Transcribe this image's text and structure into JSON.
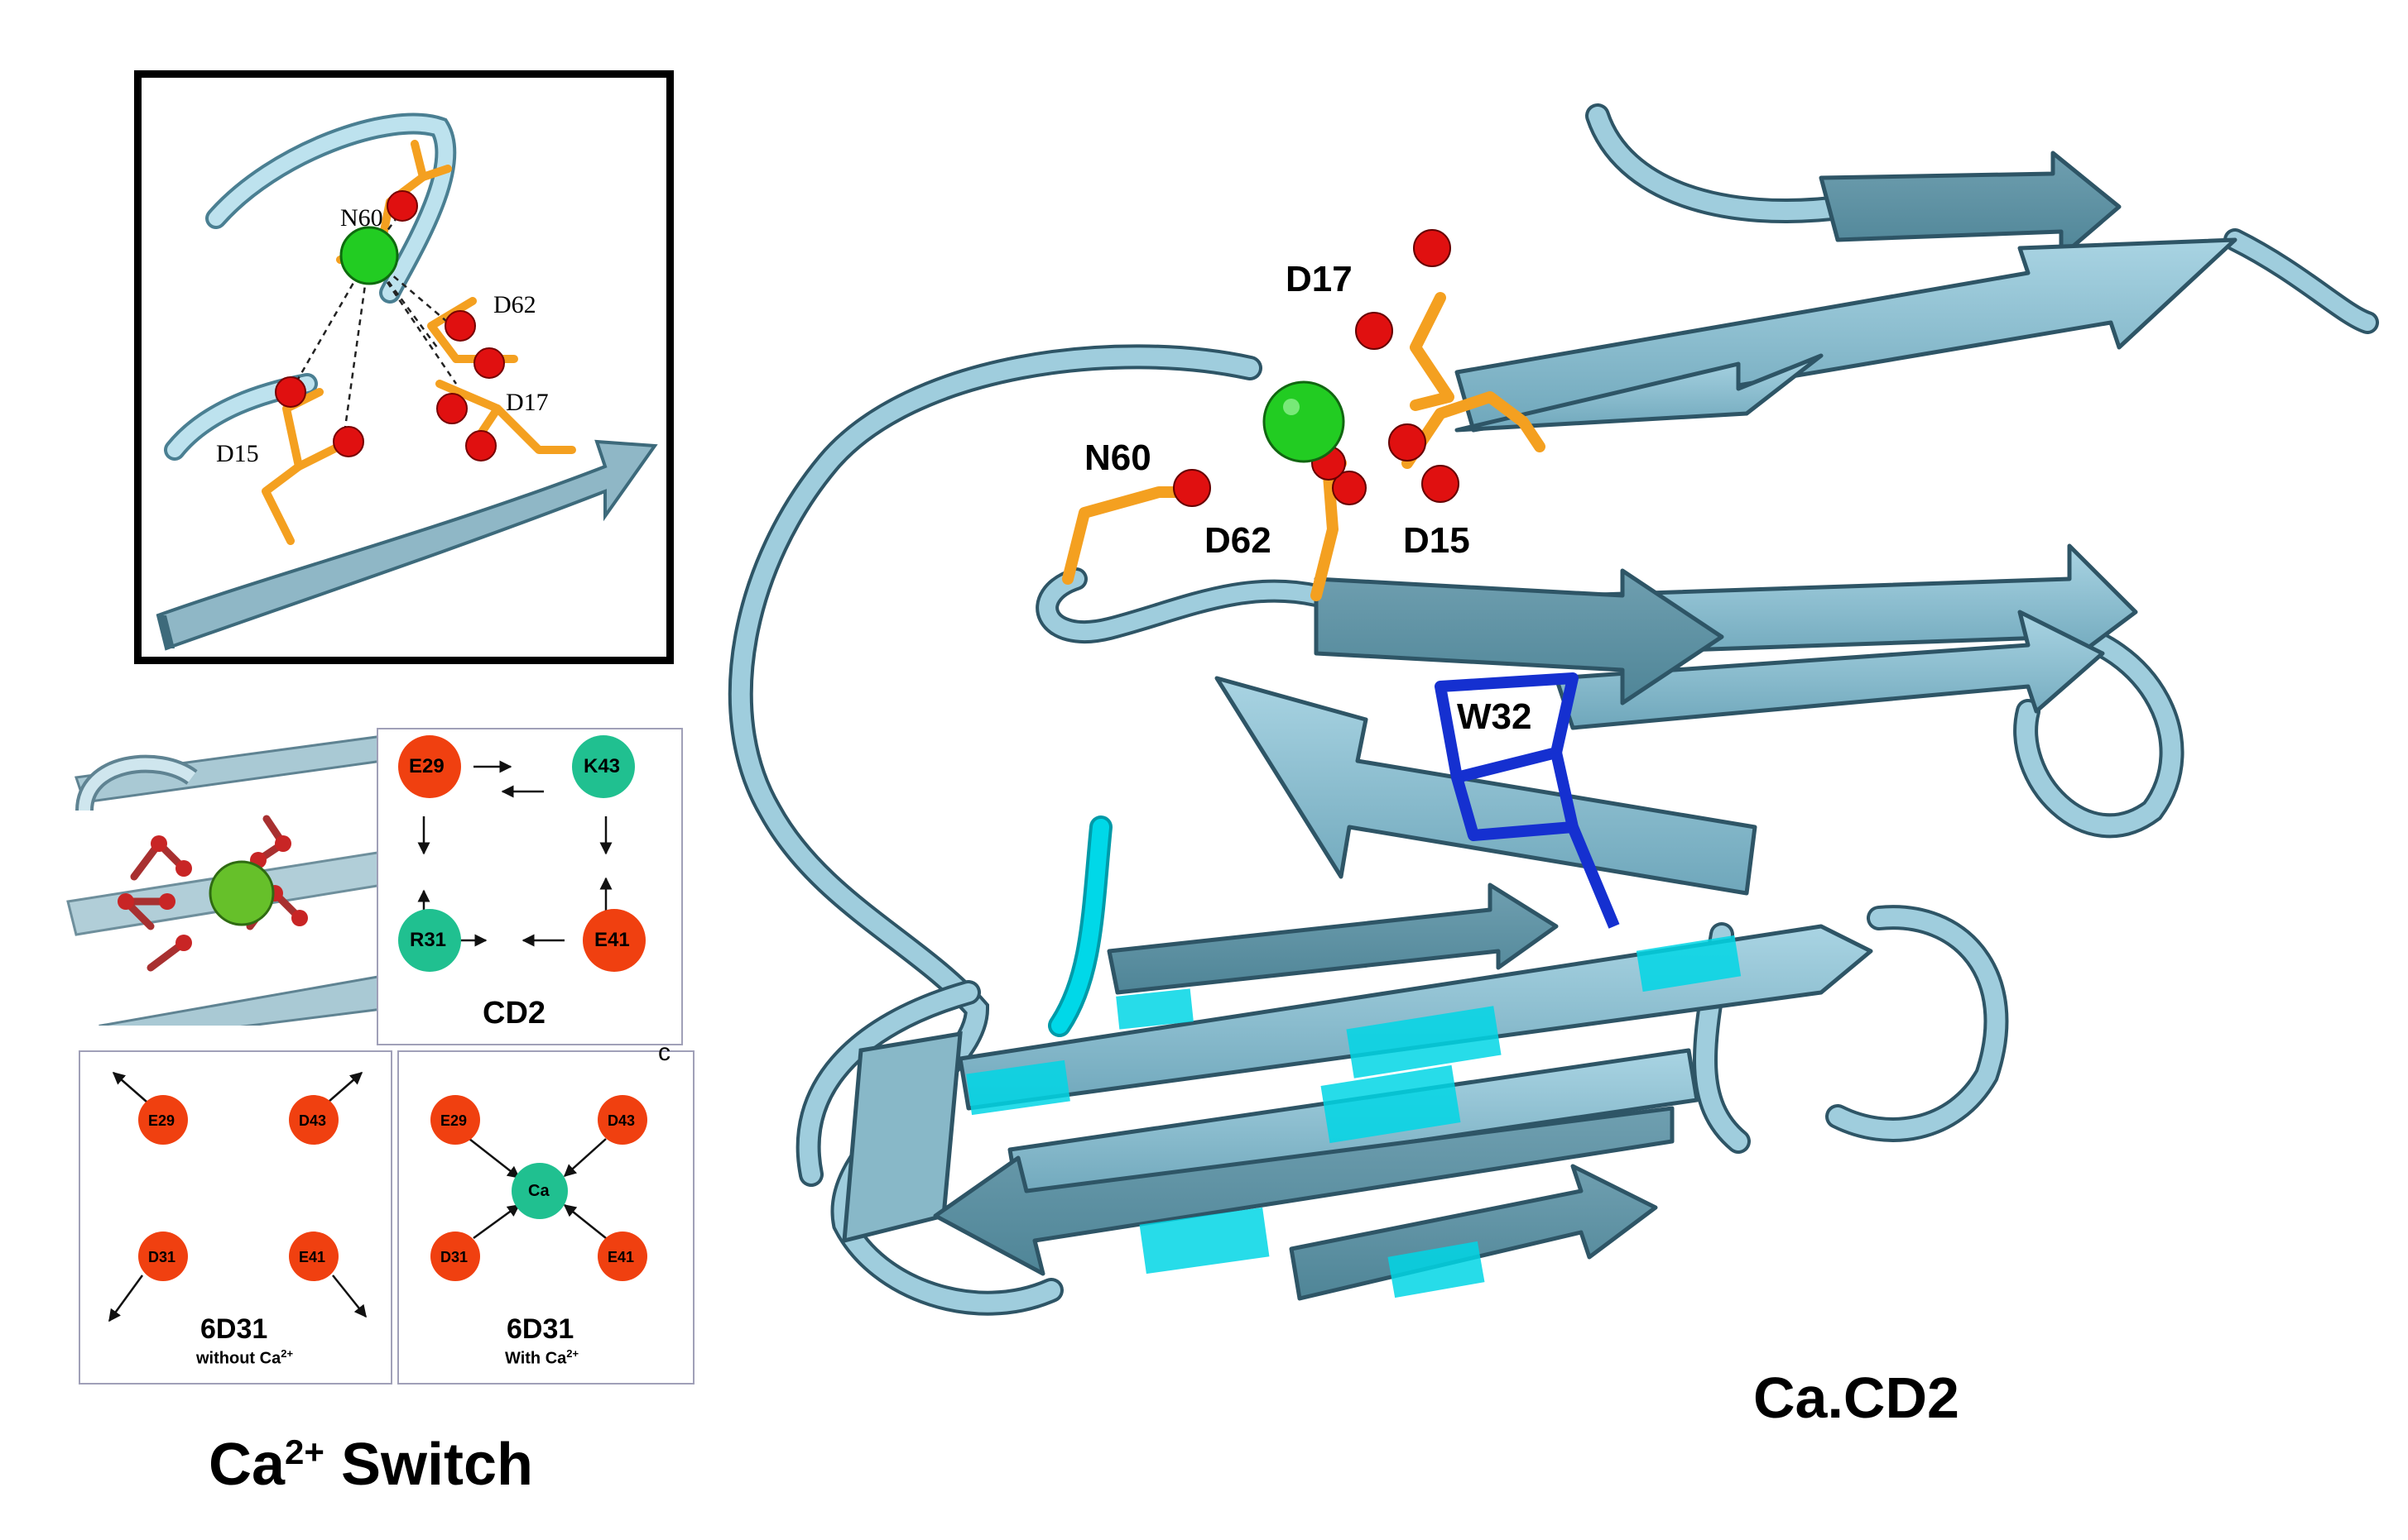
{
  "inset": {
    "residues": [
      "N60",
      "D62",
      "D17",
      "D15"
    ]
  },
  "main": {
    "residues": [
      "D17",
      "N60",
      "D62",
      "D15",
      "W32"
    ],
    "title": "Ca.CD2"
  },
  "cd2_panel": {
    "nodes": [
      "E29",
      "K43",
      "R31",
      "E41"
    ],
    "title": "CD2"
  },
  "switch_without": {
    "nodes": [
      "E29",
      "D43",
      "D31",
      "E41"
    ],
    "title": "6D31",
    "subtitle": "without Ca",
    "superscript": "2+"
  },
  "switch_with": {
    "nodes": [
      "E29",
      "D43",
      "D31",
      "E41"
    ],
    "center": "Ca",
    "title": "6D31",
    "subtitle": "With Ca",
    "superscript": "2+"
  },
  "switch_caption": {
    "prefix": "Ca",
    "superscript": "2+",
    "suffix": "Switch"
  },
  "panel_letter": "c",
  "colors": {
    "ribbon": "#8fc3d6",
    "ribbon_dark": "#4b7f92",
    "highlight": "#00d8e8",
    "sidechain": "#f4a020",
    "oxygen": "#e01010",
    "calcium": "#22cc22",
    "tryptophan": "#1530d0",
    "acidic_node": "#f04010",
    "basic_node": "#20c090"
  }
}
